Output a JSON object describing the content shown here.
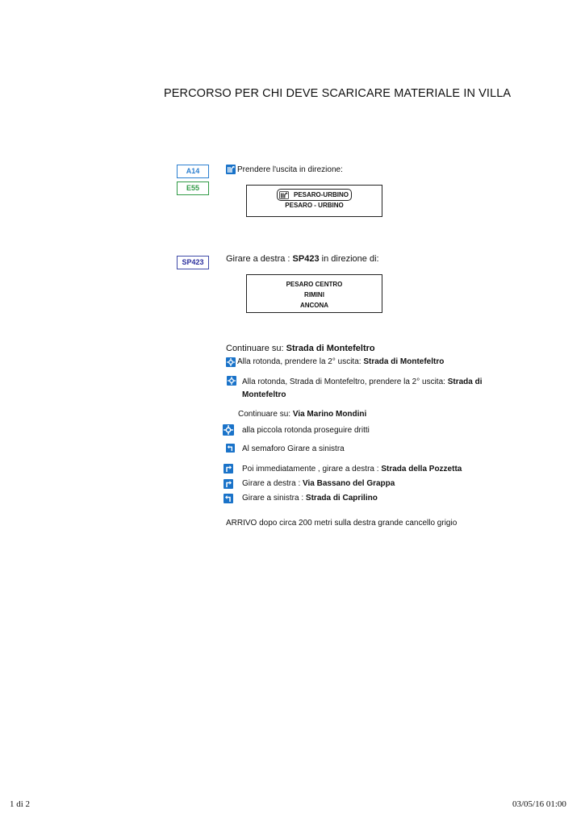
{
  "title": "PERCORSO PER CHI DEVE SCARICARE MATERIALE IN VILLA",
  "step1": {
    "road_a": "A14",
    "road_e": "E55",
    "text": "Prendere l'uscita in direzione:",
    "sign_pill": "PESARO-URBINO",
    "sign_line": "PESARO - URBINO"
  },
  "step2": {
    "road": "SP423",
    "text_prefix": "Girare a destra : ",
    "text_bold": "SP423",
    "text_suffix": " in direzione di:",
    "sign_lines": [
      "PESARO CENTRO",
      "RIMINI",
      "ANCONA"
    ]
  },
  "step3": {
    "continue_prefix": "Continuare su: ",
    "continue_bold": "Strada di Montefeltro",
    "roundabout1_prefix": "Alla rotonda, prendere la 2° uscita: ",
    "roundabout1_bold": "Strada di Montefeltro",
    "roundabout2_prefix": "Alla rotonda, Strada di Montefeltro, prendere la 2° uscita: ",
    "roundabout2_bold_1": "Strada di",
    "roundabout2_bold_2": "Montefeltro",
    "continue2_prefix": "Continuare su: ",
    "continue2_bold": "Via Marino Mondini",
    "small_roundabout": "alla piccola rotonda proseguire dritti",
    "traffic_light": "Al semaforo Girare a sinistra",
    "right1_prefix": "Poi immediatamente , girare a destra : ",
    "right1_bold": "Strada della Pozzetta",
    "right2_prefix": "Girare a destra : ",
    "right2_bold": "Via Bassano del Grappa",
    "left_prefix": "Girare a sinistra : ",
    "left_bold": "Strada di Caprilino",
    "arrival": "ARRIVO dopo circa 200 metri sulla destra grande cancello grigio"
  },
  "icons": {
    "exit": "highway-exit-icon",
    "roundabout": "roundabout-icon",
    "turn_left": "turn-left-icon",
    "turn_right": "turn-right-icon",
    "icon_color": "#1a73c9"
  },
  "footer": {
    "page": "1 di 2",
    "datetime": "03/05/16 01:00"
  }
}
